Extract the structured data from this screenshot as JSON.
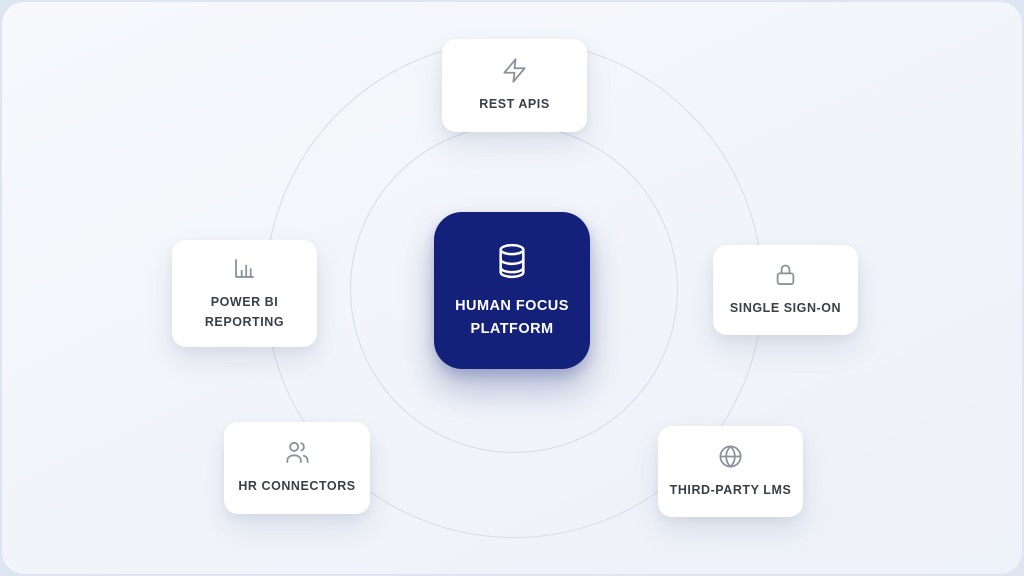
{
  "diagram": {
    "type": "hub-and-spoke-integration-diagram",
    "hub": {
      "label": "HUMAN FOCUS PLATFORM",
      "icon": "database-icon"
    },
    "nodes": [
      {
        "id": "rest-apis",
        "label": "REST APIS",
        "icon": "zap-icon",
        "position": "top"
      },
      {
        "id": "single-sign-on",
        "label": "SINGLE SIGN-ON",
        "icon": "lock-icon",
        "position": "right"
      },
      {
        "id": "third-party-lms",
        "label": "THIRD-PARTY LMS",
        "icon": "globe-icon",
        "position": "bottom-right"
      },
      {
        "id": "hr-connectors",
        "label": "HR CONNECTORS",
        "icon": "users-icon",
        "position": "bottom-left"
      },
      {
        "id": "power-bi-reporting",
        "label": "POWER BI REPORTING",
        "icon": "bar-chart-icon",
        "position": "left"
      }
    ],
    "orbits": 2
  },
  "colors": {
    "navy": "#14217a",
    "bg_outer": "#dde5f0",
    "card_bg": "#ffffff",
    "label_color": "#3a4049",
    "icon_color": "#8b929c",
    "circle_stroke": "#d7dce6"
  }
}
